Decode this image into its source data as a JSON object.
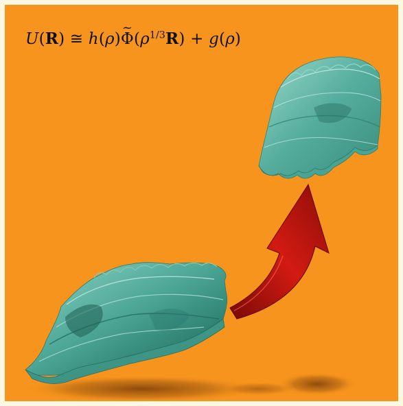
{
  "equation": {
    "lhs": "U(R)",
    "relation": "≅",
    "rhs": "h(ρ)Φ̃(ρ^{1/3}R) + g(ρ)",
    "parts": {
      "U": "U",
      "R1": "R",
      "cong": "≅",
      "h": "h",
      "rho1": "ρ",
      "Phi": "Φ",
      "rho2": "ρ",
      "exp": "1/3",
      "R2": "R",
      "plus": "+",
      "g": "g",
      "rho3": "ρ"
    }
  },
  "colors": {
    "outer_border": "#fdf8e2",
    "background": "#f7941d",
    "surface": "#5fb8a8",
    "surface_dark": "#1e6b5c",
    "arrow": "#c0150f",
    "shadow": "#8a4a0c"
  },
  "diagram": {
    "elements": [
      "large-energy-surface",
      "small-energy-surface",
      "scaling-arrow",
      "surface-shadows"
    ]
  }
}
